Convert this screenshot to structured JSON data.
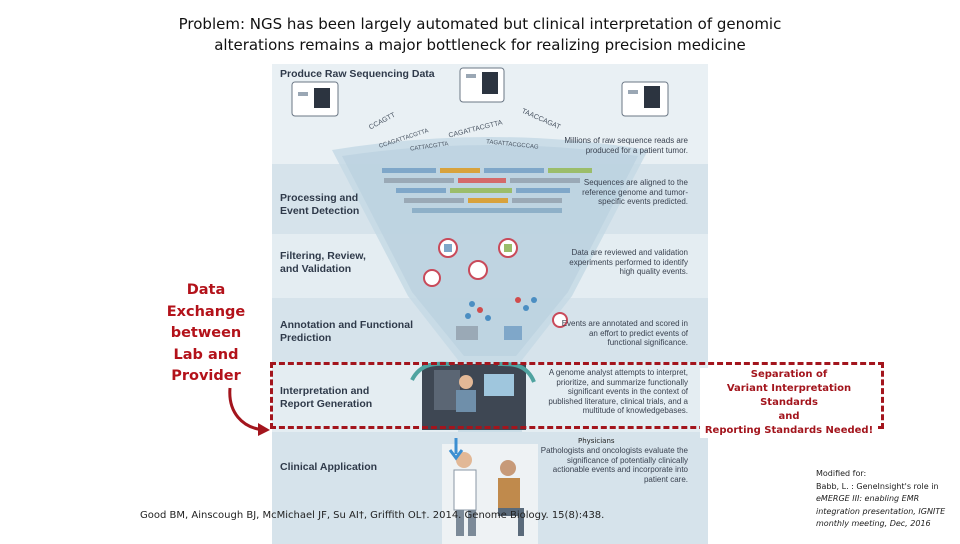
{
  "title": {
    "line1": "Problem: NGS has been largely automated but clinical interpretation of genomic",
    "line2": "alterations remains a major bottleneck for realizing precision medicine"
  },
  "figure": {
    "stages": [
      {
        "label": "Produce Raw Sequencing Data",
        "description": "Millions of raw sequence reads are produced for a patient tumor."
      },
      {
        "label": "Processing and Event Detection",
        "description": "Sequences are aligned to the reference genome and tumor-specific events predicted."
      },
      {
        "label": "Filtering, Review, and Validation",
        "description": "Data are reviewed and validation experiments performed to identify high quality events."
      },
      {
        "label": "Annotation and Functional Prediction",
        "description": "Events are annotated and scored in an effort to predict events of functional significance."
      },
      {
        "label": "Interpretation and Report Generation",
        "description": "A genome analyst attempts to interpret, prioritize, and summarize functionally significant events in the context of published literature, clinical trials, and a multitude of knowledgebases."
      },
      {
        "label": "Clinical Application",
        "description": "Pathologists and oncologists evaluate the significance of potentially clinically actionable events and incorporate into patient care."
      }
    ],
    "dna_text": [
      "CCAGTT",
      "CCAGATTACGTTA",
      "CAGATTACGTTA",
      "TAACCAGAT",
      "CATTACGTTA",
      "TAGATTACGCCAG"
    ],
    "colors": {
      "band_light": "#e4edf2",
      "band_dark": "#cfdde6",
      "funnel": "#c4d8e4",
      "accent_red": "#a3151d"
    }
  },
  "annotations": {
    "side_label": [
      "Data",
      "Exchange",
      "between",
      "Lab and",
      "Provider"
    ],
    "separation": [
      "Separation of",
      "Variant Interpretation Standards",
      "and",
      "Reporting Standards Needed!"
    ],
    "physicians": "Physicians",
    "citation": "Good BM, Ainscough BJ, McMichael JF, Su AI†, Griffith OL†. 2014. Genome Biology. 15(8):438.",
    "modified": {
      "line1": "Modified for:",
      "line2": "Babb, L. : GeneInsight's role in",
      "line3": "eMERGE III: enabling EMR",
      "line4": "integration presentation, IGNITE",
      "line5": "monthly meeting, Dec, 2016"
    }
  }
}
